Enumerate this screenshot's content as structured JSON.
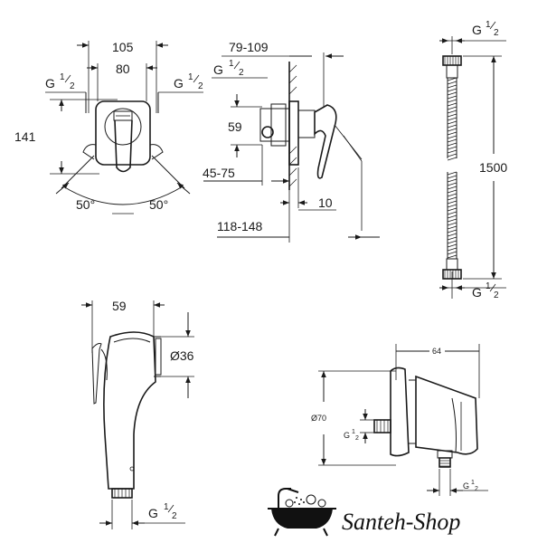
{
  "mixer_front": {
    "dim_width_outer": "105",
    "dim_width_inner": "80",
    "dim_height": "141",
    "thread_left": "G",
    "thread_right": "G",
    "thread_fraction_num": "1",
    "thread_fraction_den": "2",
    "angle_left": "50°",
    "angle_right": "50°"
  },
  "mixer_side": {
    "dim_depth_range": "79-109",
    "thread": "G",
    "thread_fraction_num": "1",
    "thread_fraction_den": "2",
    "dim_offset": "59",
    "dim_wall_range": "45-75",
    "dim_projection": "10",
    "dim_total_range": "118-148"
  },
  "hose": {
    "thread_top": "G",
    "thread_bottom": "G",
    "thread_fraction_num": "1",
    "thread_fraction_den": "2",
    "dim_length": "1500"
  },
  "handshower": {
    "dim_width": "59",
    "dim_diameter": "Ø36",
    "thread": "G",
    "thread_fraction_num": "1",
    "thread_fraction_den": "2"
  },
  "wall_connector": {
    "dim_width": "64",
    "dim_diameter": "Ø70",
    "thread_left": "G",
    "thread_bottom": "G",
    "thread_fraction_num": "1",
    "thread_fraction_den": "2"
  },
  "logo": {
    "brand_name": "Santeh-Shop"
  }
}
